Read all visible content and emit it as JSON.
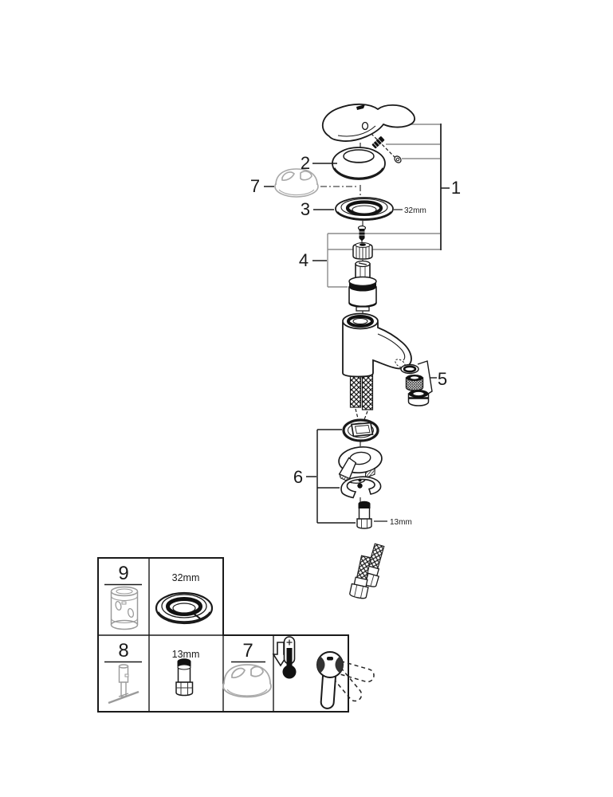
{
  "diagram": {
    "callout_1": "1",
    "callout_2": "2",
    "callout_3": "3",
    "callout_4": "4",
    "callout_5": "5",
    "callout_6": "6",
    "callout_7": "7",
    "dim_mounting_ring": "32mm",
    "dim_mounting_stud": "13mm"
  },
  "legend": {
    "cell_9_label": "9",
    "cell_32mm_label": "32mm",
    "cell_8_label": "8",
    "cell_13mm_label": "13mm",
    "cell_7_label": "7"
  },
  "icons": {
    "down_arrow": "down-arrow-icon",
    "thermometer": "thermometer-icon",
    "lever_positions": "lever-rotation-icon"
  },
  "colors": {
    "ink": "#1a1a1a",
    "leader_gray": "#8c8c8c",
    "part_gray": "#a8a8a8",
    "background": "#ffffff"
  }
}
